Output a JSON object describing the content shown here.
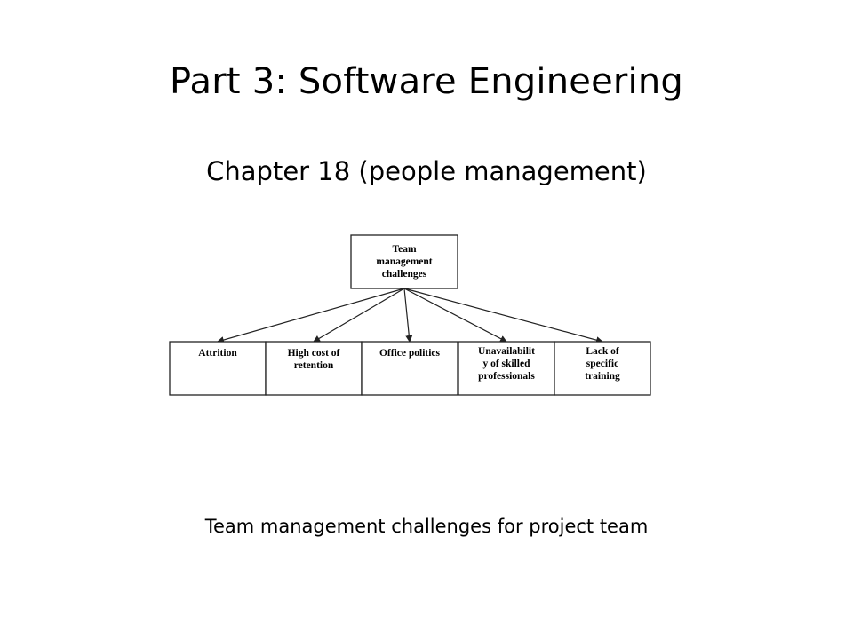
{
  "slide": {
    "title": "Part 3: Software Engineering",
    "subtitle": "Chapter 18 (people management)",
    "caption": "Team management challenges for project team"
  },
  "diagram": {
    "root": "Team management challenges",
    "root_lines": [
      "Team",
      "management",
      "challenges"
    ],
    "children": [
      {
        "label": "Attrition",
        "lines": [
          "Attrition"
        ]
      },
      {
        "label": "High cost of retention",
        "lines": [
          "High cost of",
          "retention"
        ]
      },
      {
        "label": "Office politics",
        "lines": [
          "Office politics"
        ]
      },
      {
        "label": "Unavailability of skilled professionals",
        "lines": [
          "Unavailabilit",
          "y of skilled",
          "professionals"
        ]
      },
      {
        "label": "Lack of specific training",
        "lines": [
          "Lack of",
          "specific",
          "training"
        ]
      }
    ],
    "stroke_color": "#222222"
  }
}
